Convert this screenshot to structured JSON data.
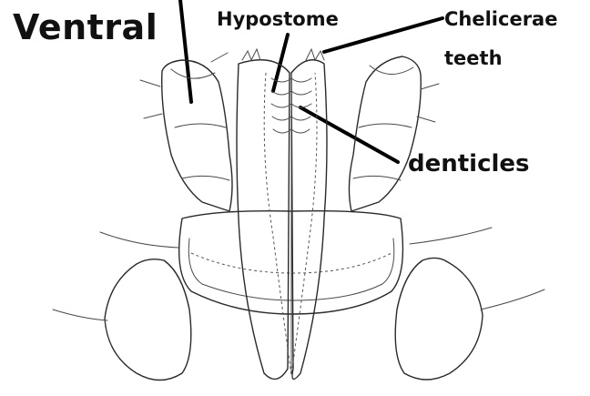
{
  "labels": {
    "view": "Ventral",
    "hypostome": "Hypostome",
    "chelicerae_line1": "Chelicerae",
    "chelicerae_line2": "teeth",
    "denticles": "denticles"
  },
  "colors": {
    "ink": "#111111",
    "background": "#ffffff"
  }
}
